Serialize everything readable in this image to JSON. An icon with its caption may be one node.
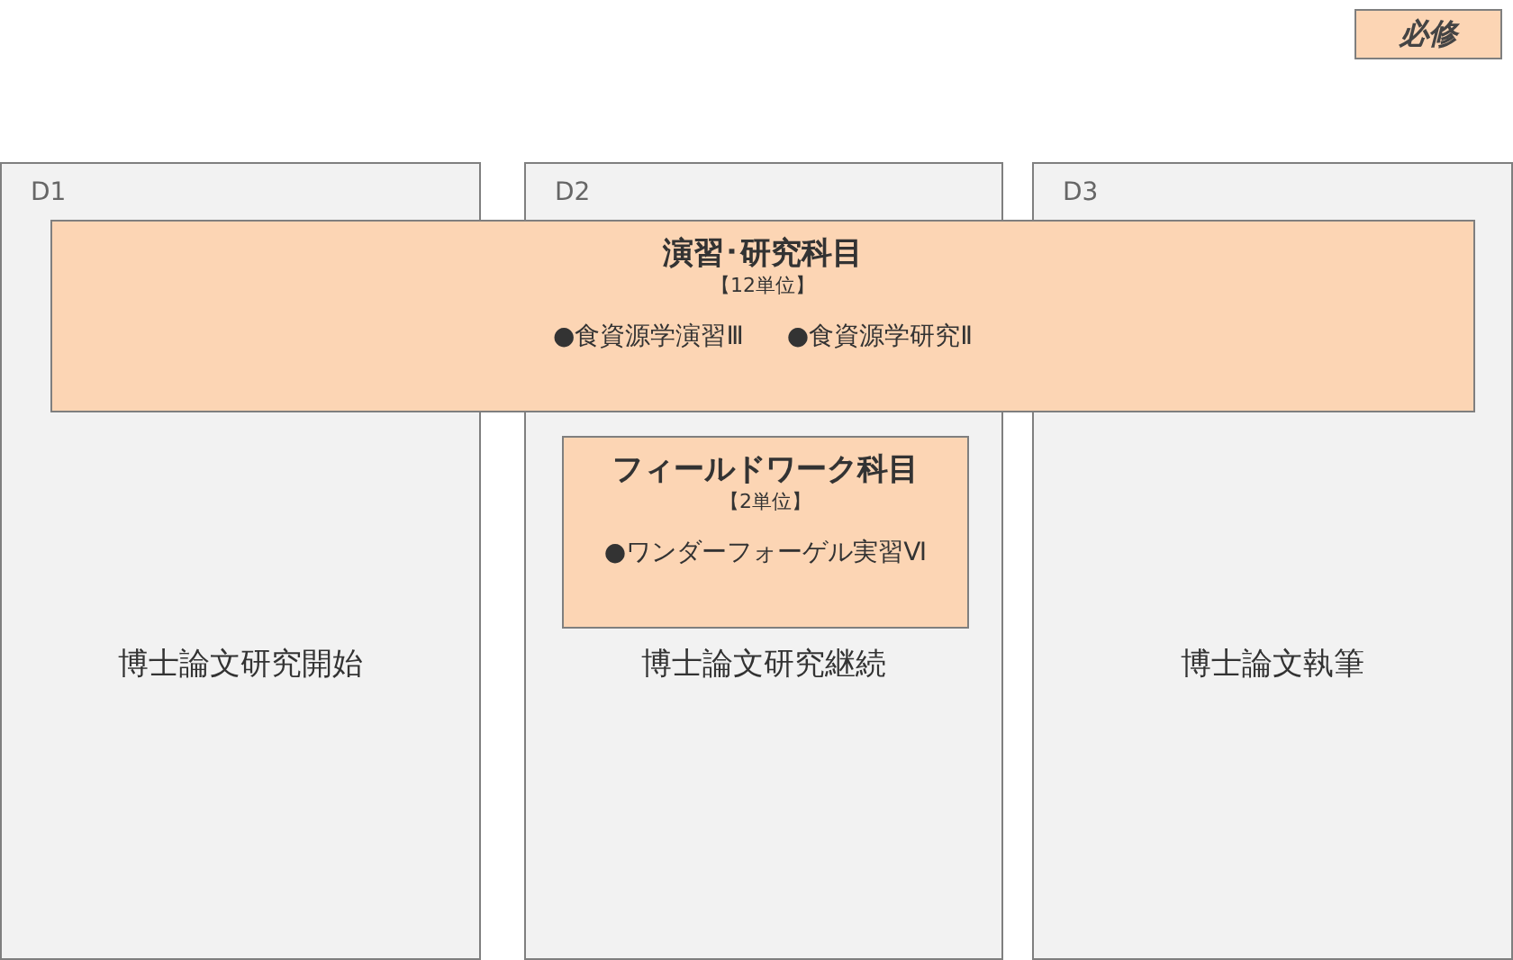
{
  "diagram": {
    "nodes": [
      {
        "text": [
          "D1",
          "博士論文研究開始"
        ]
      },
      {
        "text": [
          "D2",
          "博士論文研究継続"
        ]
      },
      {
        "text": [
          "D3",
          "博士論文執筆"
        ]
      },
      {
        "text": [
          "演習･研究科目",
          "【12単位】",
          "●食資源学演習Ⅲ",
          "●食資源学研究Ⅱ"
        ]
      },
      {
        "text": [
          "フィールドワーク科目",
          "【2単位】",
          "●ワンダーフォーゲル実習Ⅵ"
        ],
        "in": 1
      }
    ],
    "edges": [],
    "legend": [
      {
        "text": "必修",
        "color": "#fcd5b4"
      }
    ]
  }
}
